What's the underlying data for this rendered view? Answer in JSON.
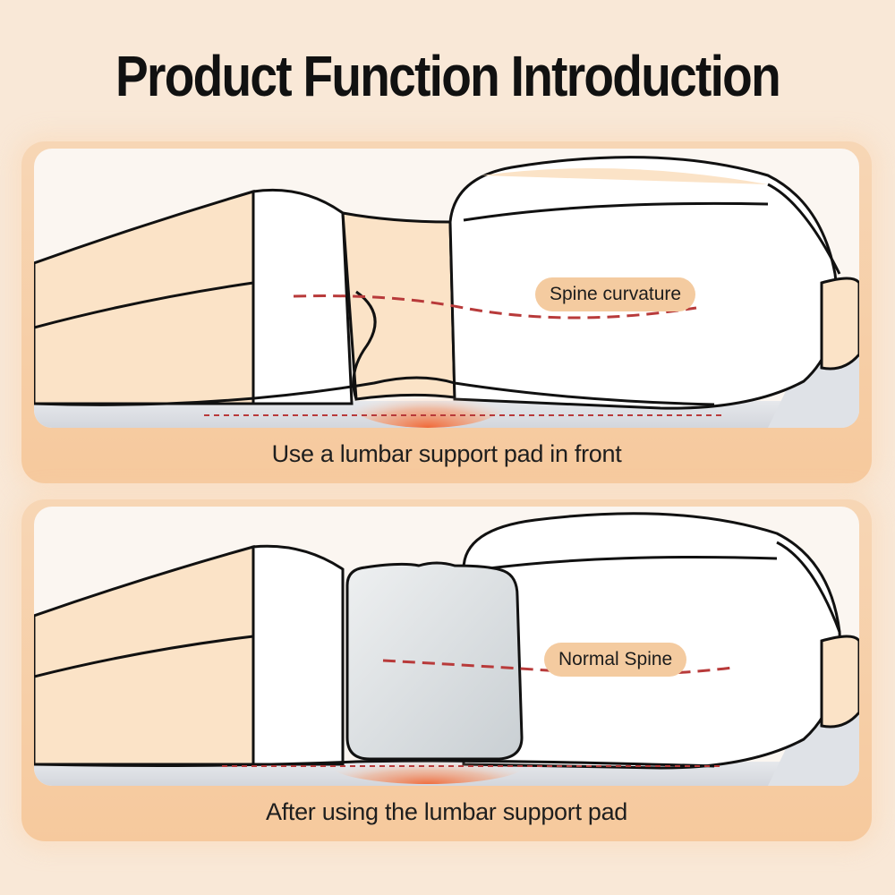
{
  "title": "Product Function Introduction",
  "panels": [
    {
      "label": "Spine  curvature",
      "caption": "Use a lumbar support pad in front"
    },
    {
      "label": "Normal Spine",
      "caption": "After using the lumbar support pad"
    }
  ],
  "colors": {
    "background": "#f9e8d7",
    "panel": "#f6c99d",
    "skin": "#fbe3c7",
    "dashed_line": "#b83a3a",
    "pressure_glow": "#f47a4a",
    "pad": "#e2e6e8"
  },
  "icons": [
    "body-illustration",
    "lumbar-pad-illustration"
  ]
}
